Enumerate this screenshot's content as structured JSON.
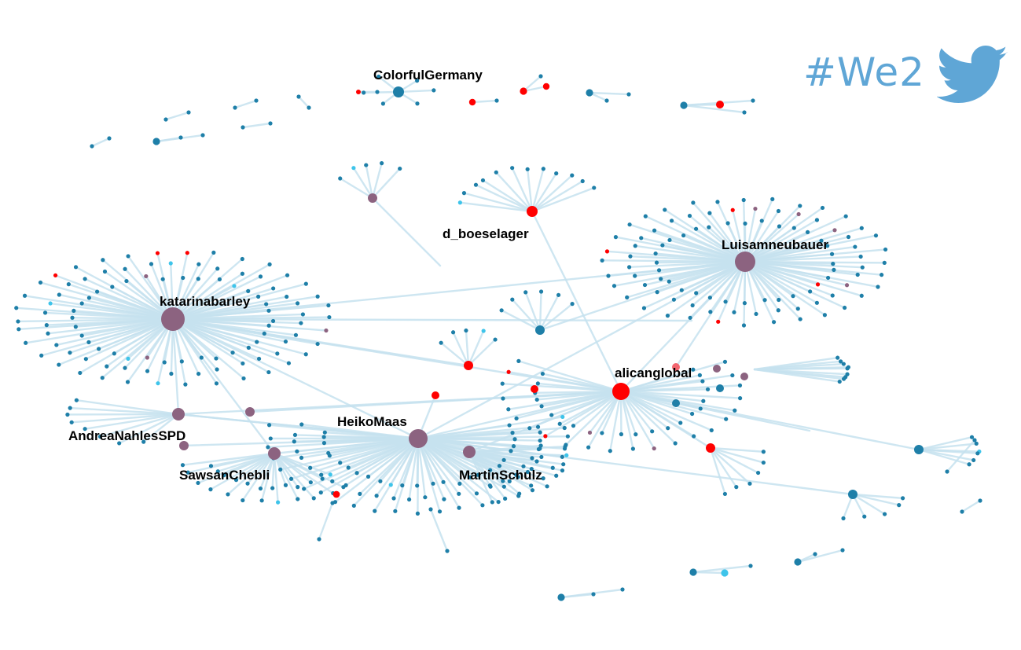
{
  "brand": {
    "hashtag": "#We2",
    "icon": "twitter-bird-icon",
    "color": "#5fa6d6"
  },
  "colors": {
    "edge": "#c6e2ef",
    "regular": "#1e7fa8",
    "light": "#3ec4ea",
    "hub_purple": "#8c6380",
    "red": "#ff0000",
    "pink": "#f26670"
  },
  "labels": {
    "katarinabarley": "katarinabarley",
    "luisamneubauer": "Luisamneubauer",
    "heikomaas": "HeikoMaas",
    "alicanglobal": "alicanglobal",
    "andreanahles": "AndreaNahlesSPD",
    "sawsanchebli": "SawsanChebli",
    "martinschulz": "MartinSchulz",
    "boeselager": "d_boeselager",
    "colorfulgermany": "ColorfulGermany"
  }
}
